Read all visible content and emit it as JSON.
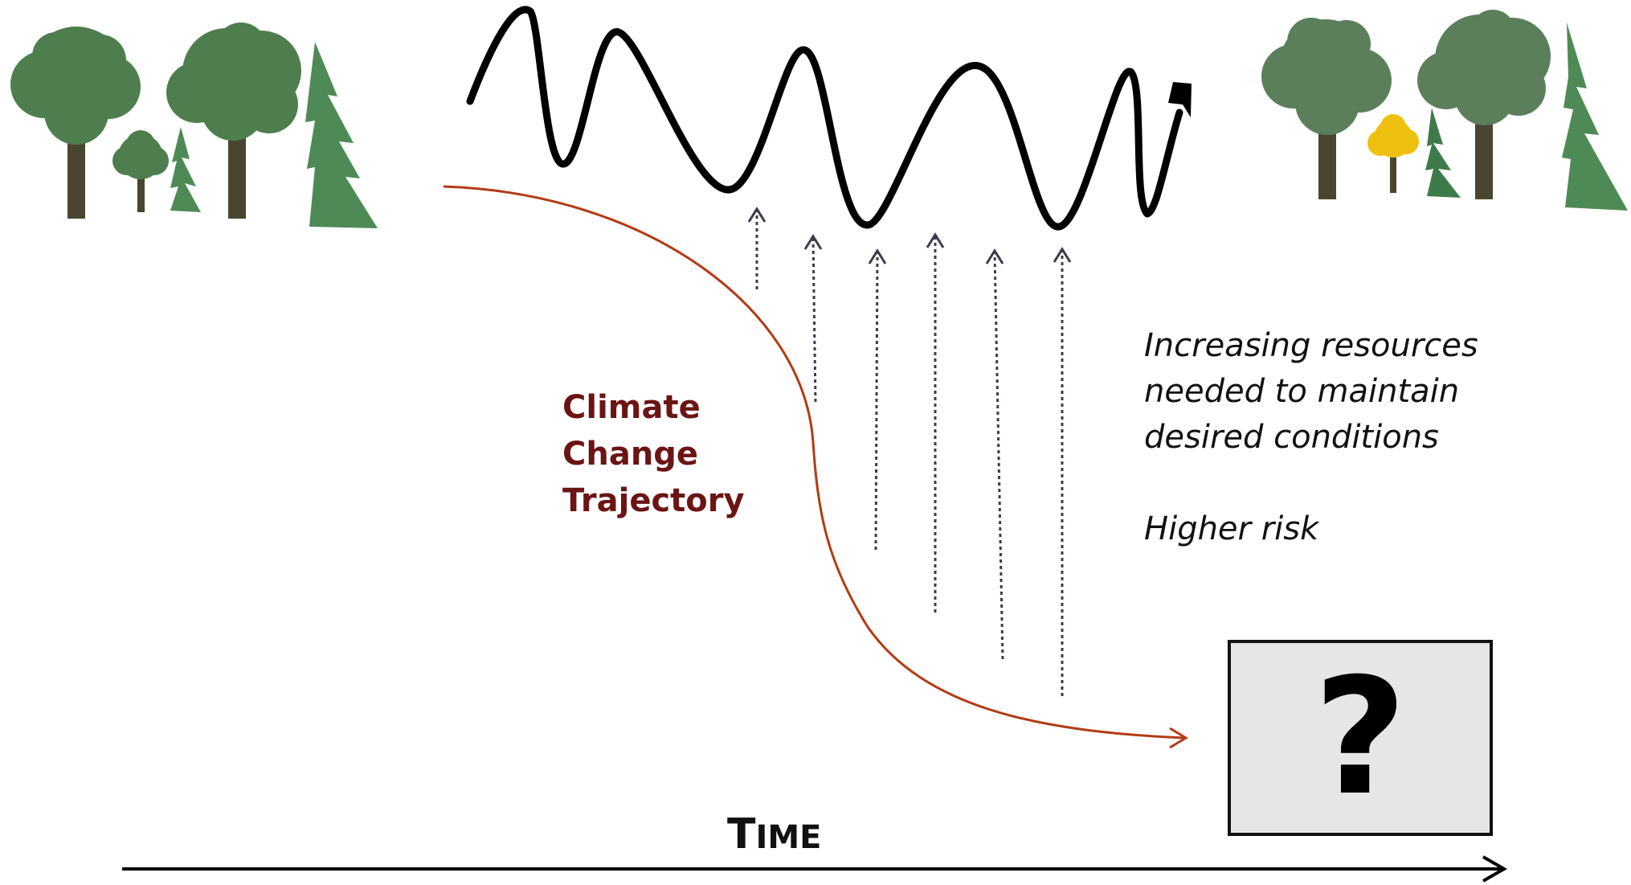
{
  "trajectory_label": [
    "Climate",
    "Change",
    "Trajectory"
  ],
  "note_lines": [
    "Increasing resources",
    "needed to maintain",
    "desired conditions"
  ],
  "risk_text": "Higher risk",
  "time_label": {
    "initial": "T",
    "rest": "IME"
  },
  "unknown_symbol": "?",
  "colors": {
    "tree_canopy": "#4e7e4e",
    "tree_trunk": "#4a4530",
    "conifer": "#4e8a55",
    "yellow_tree": "#f0c010",
    "trajectory": "#b23b14",
    "trajectory_label": "#6b1414",
    "dotted_arrows": "#3b3b4a",
    "box_fill": "#e6e6e6"
  },
  "icons": {
    "left_forest": "deciduous-and-conifer-trees",
    "right_forest": "deciduous-conifer-and-yellow-tree",
    "wave": "oscillating-desired-conditions-line"
  }
}
